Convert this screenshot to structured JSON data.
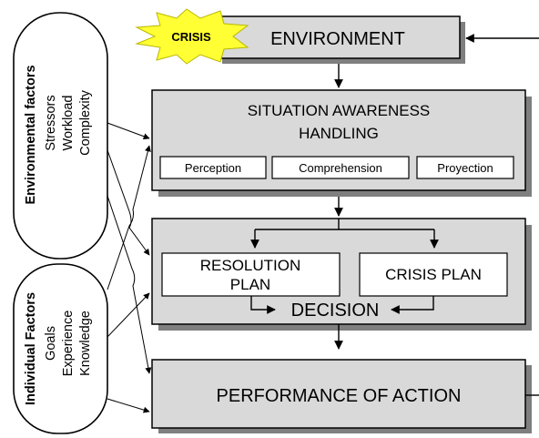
{
  "environment": {
    "label": "ENVIRONMENT",
    "crisis_label": "CRISIS"
  },
  "situation_awareness": {
    "title_line1": "SITUATION AWARENESS",
    "title_line2": "HANDLING",
    "stages": [
      "Perception",
      "Comprehension",
      "Proyection"
    ]
  },
  "decision": {
    "resolution_plan_line1": "RESOLUTION",
    "resolution_plan_line2": "PLAN",
    "crisis_plan": "CRISIS PLAN",
    "label": "DECISION"
  },
  "performance": {
    "label": "PERFORMANCE OF ACTION"
  },
  "environmental_factors": {
    "title": "Environmental factors",
    "items": [
      "Stressors",
      "Workload",
      "Complexity"
    ]
  },
  "individual_factors": {
    "title": "Individual Factors",
    "items": [
      "Goals",
      "Experience",
      "Knowledge"
    ]
  },
  "colors": {
    "box_fill": "#d9d9d9",
    "shadow": "#7f7f7f",
    "burst": "#ffff33",
    "burst_outline": "#b8b800"
  }
}
